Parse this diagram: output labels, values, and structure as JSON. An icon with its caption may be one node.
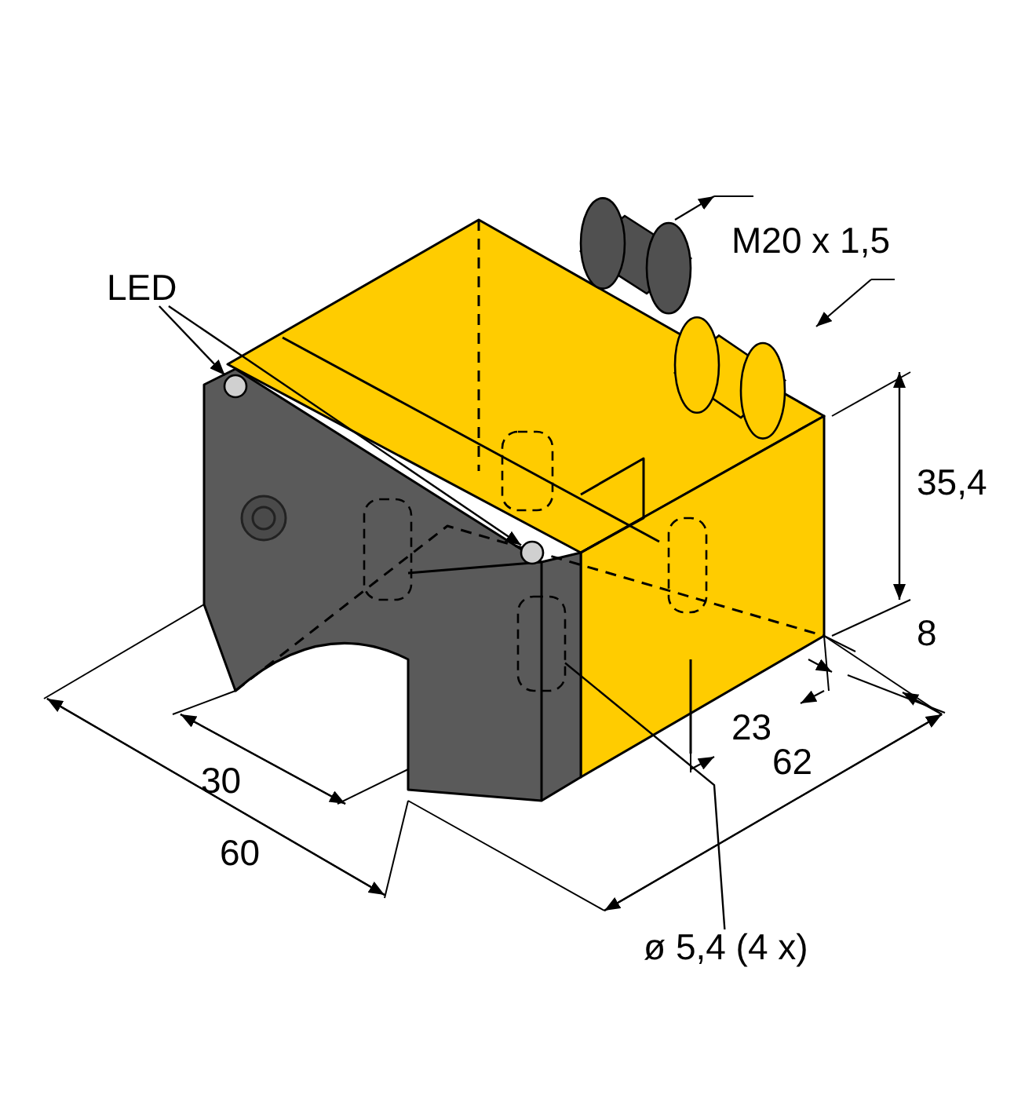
{
  "diagram": {
    "nodes": [
      {
        "text": [
          "LED"
        ]
      },
      {
        "text": [],
        "shape": "circle"
      },
      {
        "text": [],
        "shape": "circle"
      },
      {
        "text": [],
        "shape": "cylinder"
      },
      {
        "text": [],
        "shape": "cylinder"
      },
      {
        "text": [
          "ø 5,4 (4 x)"
        ]
      },
      {
        "text": [],
        "shape": "cylinder"
      }
    ],
    "edges": [
      {
        "from": 0,
        "to": 1,
        "arrow": "to"
      },
      {
        "from": 0,
        "to": 2,
        "arrow": "to"
      },
      {
        "from": 5,
        "to": 6,
        "arrow": "none"
      }
    ],
    "labels": [
      "M20 x 1,5",
      "35,4",
      "8",
      "23",
      "62",
      "30",
      "60"
    ]
  }
}
